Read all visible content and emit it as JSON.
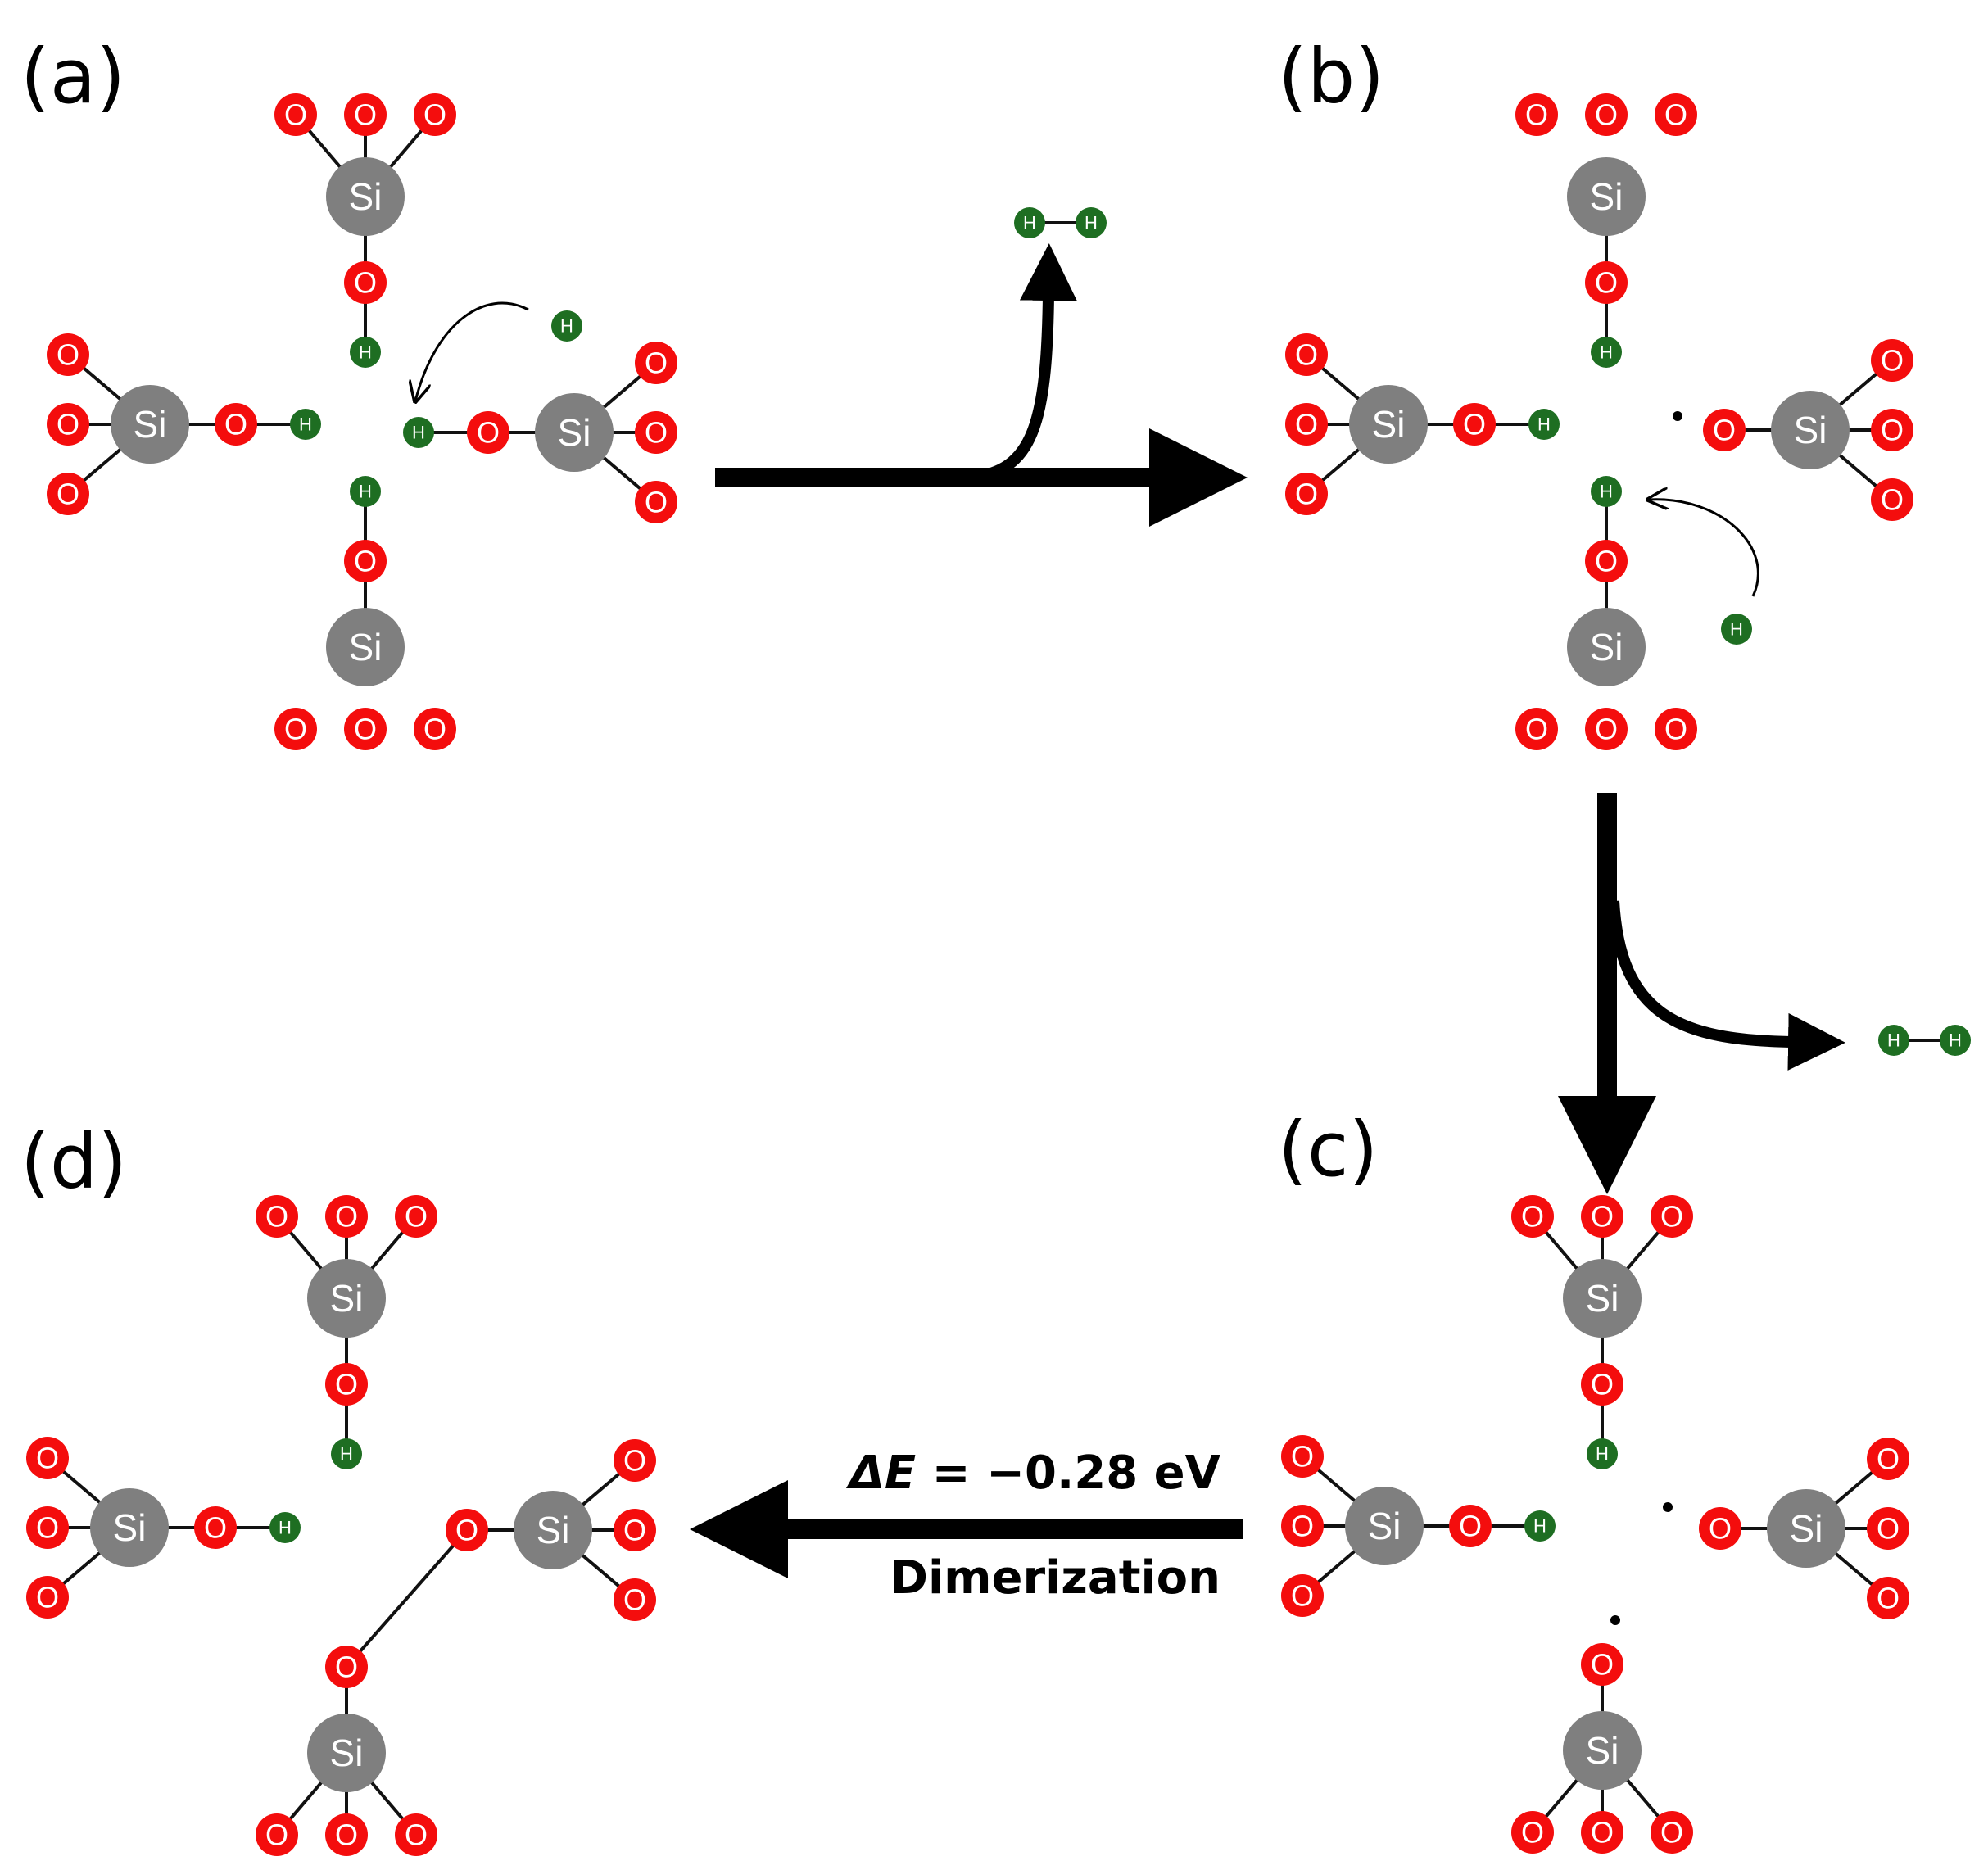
{
  "colors": {
    "oxygen": "#f40d0d",
    "silicon": "#7f7f7f",
    "hydrogen": "#1e6e22",
    "bond": "#111111",
    "arrow": "#000000"
  },
  "atom_labels": {
    "silicon": "Si",
    "oxygen": "O",
    "hydrogen": "H"
  },
  "panels": {
    "a": {
      "label": "(a)"
    },
    "b": {
      "label": "(b)"
    },
    "c": {
      "label": "(c)"
    },
    "d": {
      "label": "(d)"
    }
  },
  "reaction": {
    "energy_prefix": "ΔE",
    "energy_value": " = −0.28 eV",
    "step_name": "Dimerization"
  }
}
